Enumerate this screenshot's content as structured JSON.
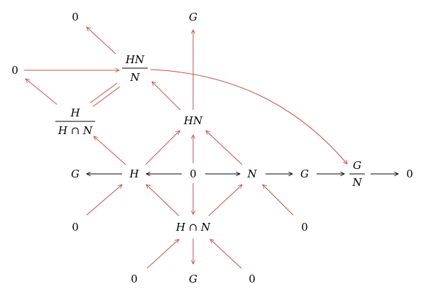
{
  "colors": {
    "red": "#c8504a",
    "black": "#000000"
  },
  "labels": {
    "zero": "0",
    "G": "G",
    "H": "H",
    "N": "N",
    "HN": "HN",
    "cap": "H ∩ N"
  },
  "fractions": {
    "hn_over_n": {
      "num": "HN",
      "den": "N"
    },
    "h_over_hcapn": {
      "num": "H",
      "den": "H ∩ N"
    },
    "g_over_n": {
      "num": "G",
      "den": "N"
    }
  }
}
